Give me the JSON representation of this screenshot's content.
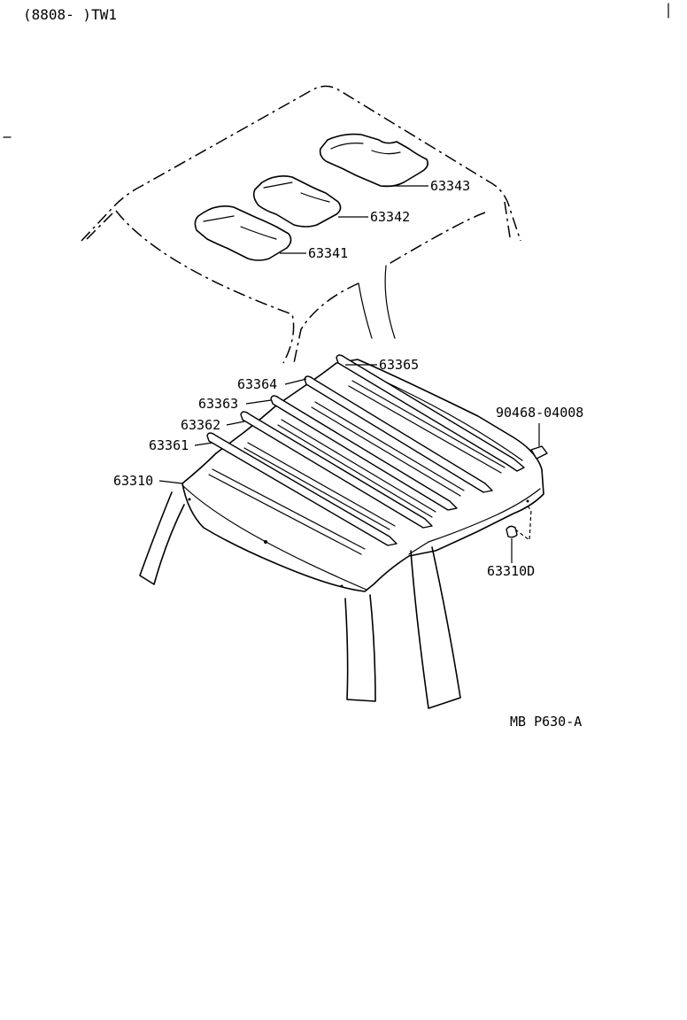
{
  "header": {
    "model_code": "(8808-     )TW1"
  },
  "parts": {
    "p63343": "63343",
    "p63342": "63342",
    "p63341": "63341",
    "p63365": "63365",
    "p63364": "63364",
    "p63363": "63363",
    "p63362": "63362",
    "p63361": "63361",
    "p63310": "63310",
    "p90468": "90468-04008",
    "p63310D": "63310D"
  },
  "footer": {
    "diagram_code": "MB P630-A"
  }
}
